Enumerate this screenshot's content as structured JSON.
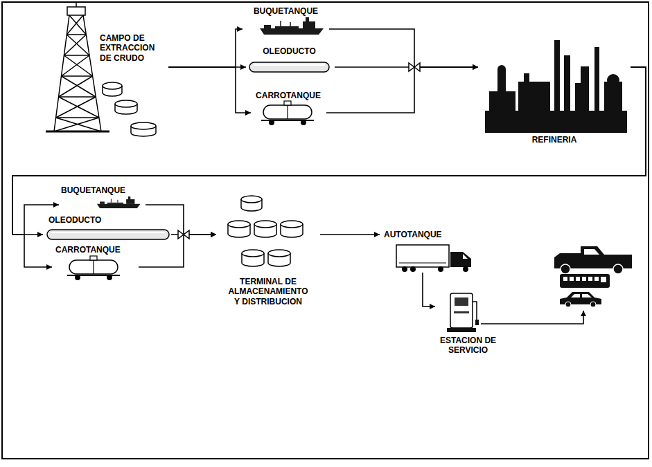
{
  "diagram": {
    "nodes": [
      {
        "text": [
          "CAMPO DE EXTRACCION DE CRUDO"
        ]
      },
      {
        "text": [
          "BUQUETANQUE"
        ]
      },
      {
        "text": [
          "OLEODUCTO"
        ]
      },
      {
        "text": [
          "CARROTANQUE"
        ]
      },
      {
        "text": [
          "REFINERIA"
        ]
      },
      {
        "text": [
          "BUQUETANQUE"
        ]
      },
      {
        "text": [
          "OLEODUCTO"
        ]
      },
      {
        "text": [
          "CARROTANQUE"
        ]
      },
      {
        "text": [
          "TERMINAL DE ALMACENAMIENTO Y DISTRIBUCION"
        ]
      },
      {
        "text": [
          "AUTOTANQUE"
        ]
      },
      {
        "text": [
          "ESTACION DE SERVICIO"
        ]
      }
    ],
    "edges": [
      {
        "from": 0,
        "to": 1,
        "arrow": "to"
      },
      {
        "from": 0,
        "to": 2,
        "arrow": "to"
      },
      {
        "from": 0,
        "to": 3,
        "arrow": "to"
      },
      {
        "from": 1,
        "to": 4,
        "arrow": "to"
      },
      {
        "from": 2,
        "to": 4,
        "arrow": "to"
      },
      {
        "from": 3,
        "to": 4,
        "arrow": "to"
      },
      {
        "from": 4,
        "to": 5,
        "arrow": "to"
      },
      {
        "from": 4,
        "to": 6,
        "arrow": "to"
      },
      {
        "from": 4,
        "to": 7,
        "arrow": "to"
      },
      {
        "from": 5,
        "to": 8,
        "arrow": "to"
      },
      {
        "from": 6,
        "to": 8,
        "arrow": "to"
      },
      {
        "from": 7,
        "to": 8,
        "arrow": "to"
      },
      {
        "from": 8,
        "to": 9,
        "arrow": "to"
      },
      {
        "from": 9,
        "to": 10,
        "arrow": "to"
      }
    ]
  }
}
